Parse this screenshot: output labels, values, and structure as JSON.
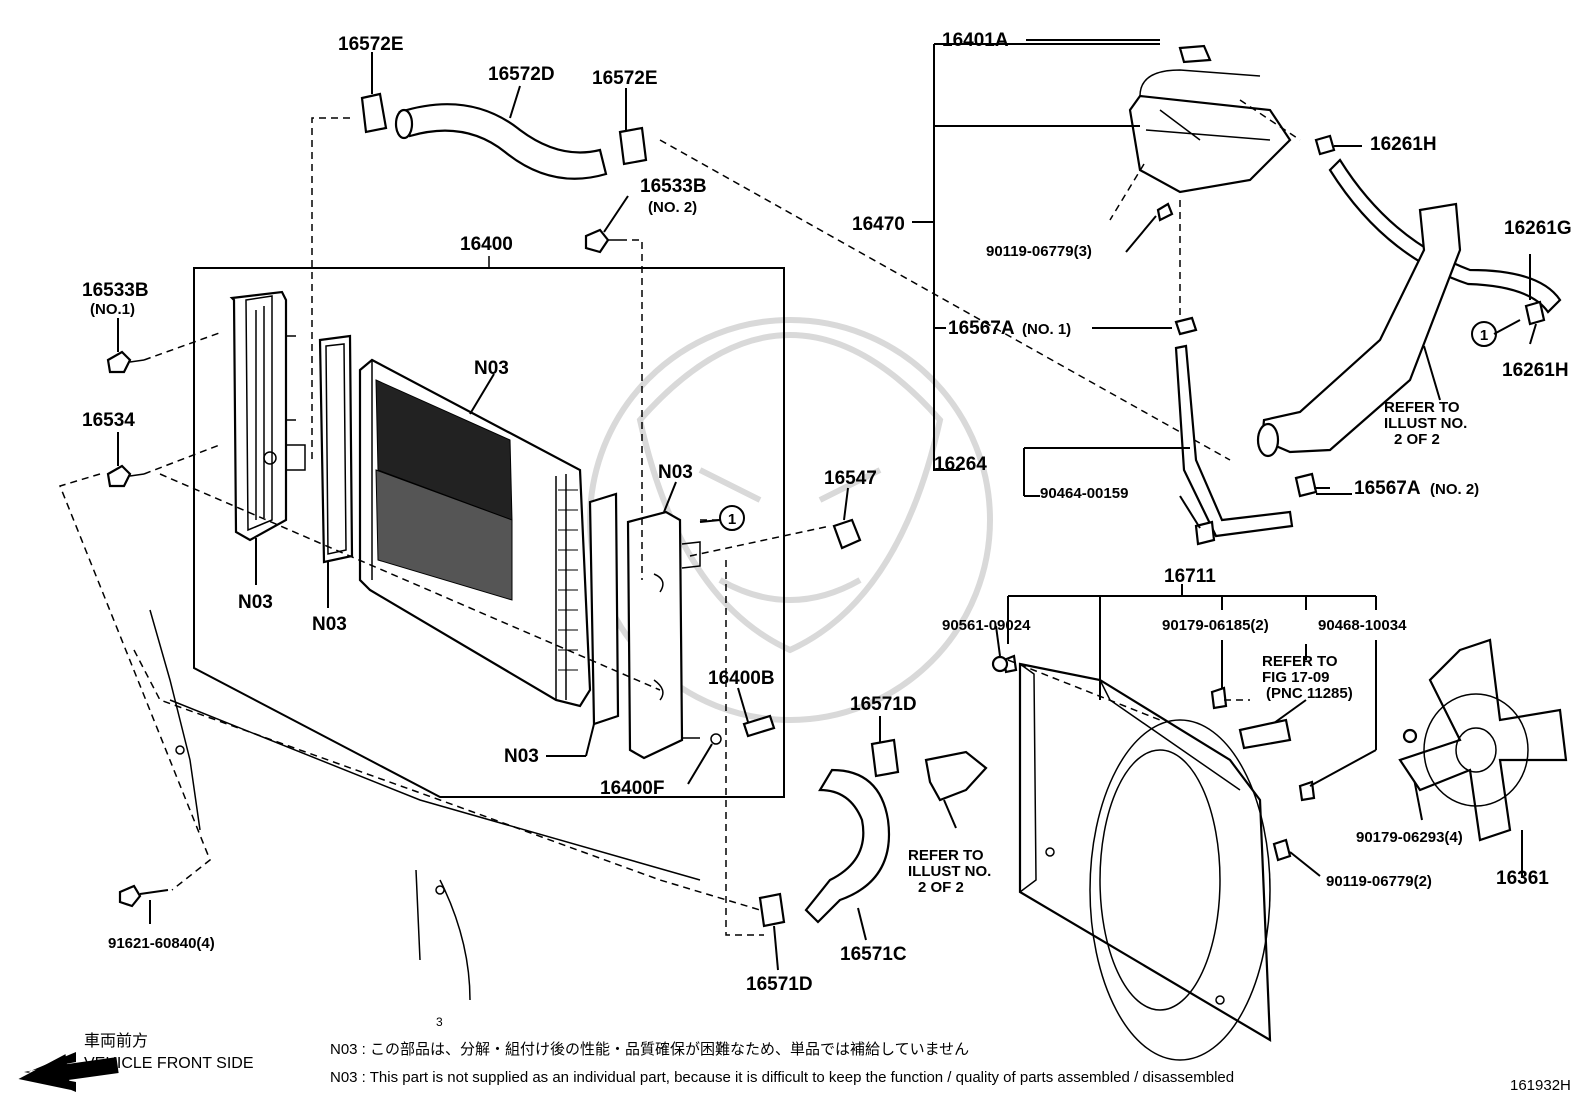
{
  "labels": {
    "l16572E_1": "16572E",
    "l16572D": "16572D",
    "l16572E_2": "16572E",
    "l16533B_2": "16533B",
    "l16533B_2_sub": "(NO. 2)",
    "l16400": "16400",
    "l16533B_1": "16533B",
    "l16533B_1_sub": "(NO.1)",
    "l16534": "16534",
    "lN03_core": "N03",
    "lN03_right": "N03",
    "lN03_left_tank": "N03",
    "lN03_seal": "N03",
    "lN03_bottom": "N03",
    "l16547": "16547",
    "l16400B": "16400B",
    "l16400F": "16400F",
    "l16571D_1": "16571D",
    "l16571D_2": "16571D",
    "l16571C": "16571C",
    "l91621": "91621-60840(4)",
    "l16401A": "16401A",
    "l16261H_1": "16261H",
    "l16470": "16470",
    "l90119_3": "90119-06779(3)",
    "l16261G": "16261G",
    "l16567A_1": "16567A",
    "l16567A_1_sub": "(NO. 1)",
    "l16261H_2": "16261H",
    "l16264": "16264",
    "l90464": "90464-00159",
    "l16567A_2": "16567A",
    "l16567A_2_sub": "(NO. 2)",
    "l16711": "16711",
    "l90561": "90561-09024",
    "l90179_2": "90179-06185(2)",
    "l90468": "90468-10034",
    "l90179_4": "90179-06293(4)",
    "l16361": "16361",
    "l90119_2": "90119-06779(2)",
    "circle_ref_1": "1",
    "circle_ref_2": "1"
  },
  "refer_notes": {
    "refer_illust_right": [
      "REFER TO",
      "ILLUST NO.",
      "2 OF 2"
    ],
    "refer_illust_center": [
      "REFER TO",
      "ILLUST NO.",
      "2 OF 2"
    ],
    "refer_fig": [
      "REFER TO",
      "FIG 17-09",
      "(PNC 11285)"
    ]
  },
  "footer": {
    "vehicle_front_jp": "車両前方",
    "vehicle_front_en": "VEHICLE FRONT SIDE",
    "note_jp": "N03 : この部品は、分解・組付け後の性能・品質確保が困難なため、単品では補給していません",
    "note_en": "N03 : This part is not supplied as an individual part, because it is difficult to keep the function / quality of parts assembled / disassembled",
    "diagram_id": "161932H",
    "small_mark": "3"
  }
}
